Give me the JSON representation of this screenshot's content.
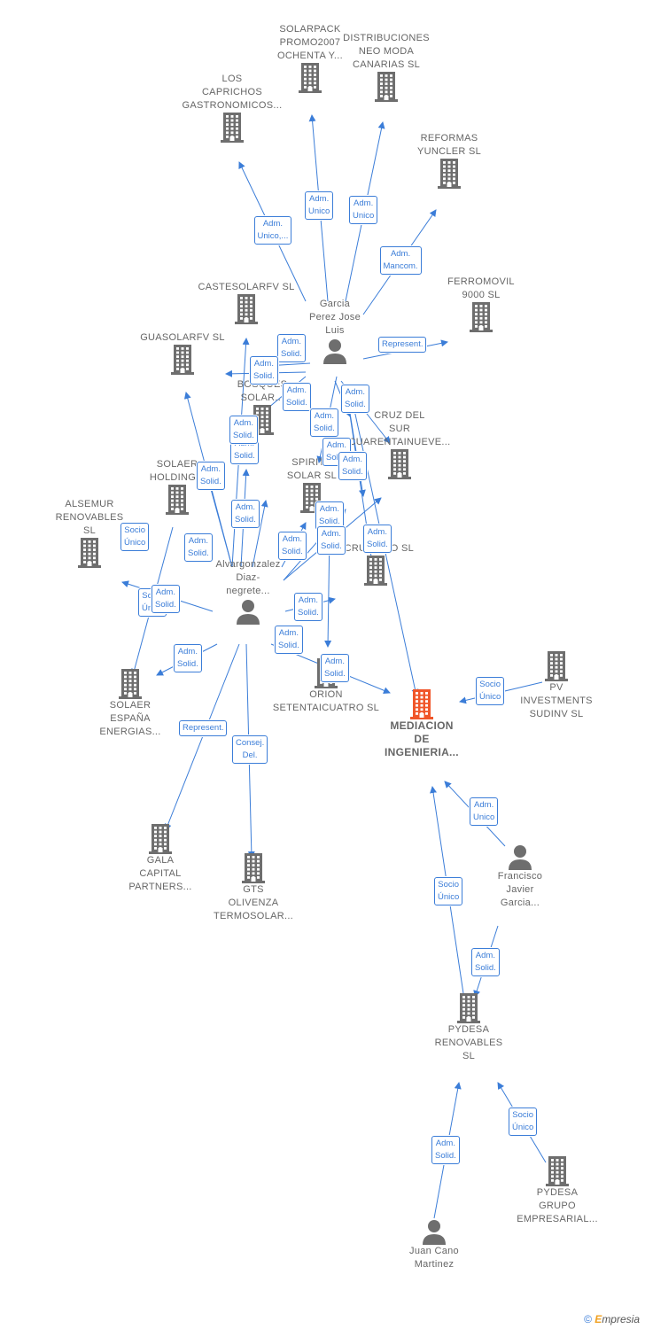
{
  "colors": {
    "edge": "#3b7dd8",
    "company": "#6e6e6e",
    "focus": "#f0562a",
    "person": "#6e6e6e"
  },
  "nodes": [
    {
      "id": "solarpack",
      "type": "company",
      "label": "SOLARPACK\nPROMO2007\nOCHENTA Y..."
    },
    {
      "id": "distribuciones",
      "type": "company",
      "label": "DISTRIBUCIONES\nNEO MODA\nCANARIAS  SL"
    },
    {
      "id": "caprichos",
      "type": "company",
      "label": "LOS\nCAPRICHOS\nGASTRONOMICOS..."
    },
    {
      "id": "reformas",
      "type": "company",
      "label": "REFORMAS\nYUNCLER SL"
    },
    {
      "id": "castesolar",
      "type": "company",
      "label": "CASTESOLARFV SL"
    },
    {
      "id": "ferromovil",
      "type": "company",
      "label": "FERROMOVIL\n9000 SL"
    },
    {
      "id": "garcia",
      "type": "person",
      "label": "Garcia\nPerez Jose\nLuis"
    },
    {
      "id": "guasolar",
      "type": "company",
      "label": "GUASOLARFV SL"
    },
    {
      "id": "bosques",
      "type": "company",
      "label": "BOSQUES\nSOLAR..."
    },
    {
      "id": "cruz",
      "type": "company",
      "label": "CRUZ DEL\nSUR\nCUARENTAINUEVE..."
    },
    {
      "id": "solaerhold",
      "type": "company",
      "label": "SOLAER\nHOLDING..."
    },
    {
      "id": "spiritu",
      "type": "company",
      "label": "SPIRITU\nSOLAR SL"
    },
    {
      "id": "alsemur",
      "type": "company",
      "label": "ALSEMUR\nRENOVABLES\nSL"
    },
    {
      "id": "acrux",
      "type": "company",
      "label": "ACRUX UNO SL"
    },
    {
      "id": "alvargonzalez",
      "type": "person",
      "label": "Alvargonzalez\nDiaz-\nnegrete..."
    },
    {
      "id": "solaeresp",
      "type": "company",
      "label": "SOLAER\nESPAÑA\nENERGIAS..."
    },
    {
      "id": "orion",
      "type": "company",
      "label": "ORION\nSETENTAICUATRO SL"
    },
    {
      "id": "mediacion",
      "type": "focus",
      "label": "MEDIACION\nDE\nINGENIERIA..."
    },
    {
      "id": "pv",
      "type": "company",
      "label": "PV\nINVESTMENTS\nSUDINV  SL"
    },
    {
      "id": "francisco",
      "type": "person",
      "label": "Francisco\nJavier\nGarcia..."
    },
    {
      "id": "gala",
      "type": "company",
      "label": "GALA\nCAPITAL\nPARTNERS..."
    },
    {
      "id": "gts",
      "type": "company",
      "label": "GTS\nOLIVENZA\nTERMOSOLAR..."
    },
    {
      "id": "pydesa",
      "type": "company",
      "label": "PYDESA\nRENOVABLES\nSL"
    },
    {
      "id": "pydesagrupo",
      "type": "company",
      "label": "PYDESA\nGRUPO\nEMPRESARIAL..."
    },
    {
      "id": "juan",
      "type": "person",
      "label": "Juan Cano\nMartinez"
    }
  ],
  "edges": [
    {
      "label": "Adm.\nUnico"
    },
    {
      "label": "Adm.\nUnico"
    },
    {
      "label": "Adm.\nUnico,..."
    },
    {
      "label": "Adm.\nMancom."
    },
    {
      "label": "Represent."
    },
    {
      "label": "Adm.\nSolid."
    },
    {
      "label": "Adm.\nSolid."
    },
    {
      "label": "Adm.\nSolid."
    },
    {
      "label": "Adm.\nSolid."
    },
    {
      "label": "Adm.\nSolid."
    },
    {
      "label": "Adm.\nSolid."
    },
    {
      "label": "Adm.\nSolid."
    },
    {
      "label": "Adm.\nSolid."
    },
    {
      "label": "Adm.\nSolid."
    },
    {
      "label": "Adm.\nSolid."
    },
    {
      "label": "Socio\nÚnico"
    },
    {
      "label": "Adm.\nSolid."
    },
    {
      "label": "Adm.\nSolid."
    },
    {
      "label": "Adm.\nSolid."
    },
    {
      "label": "Adm.\nSolid."
    },
    {
      "label": "Adm.\nSolid."
    },
    {
      "label": "Adm.\nSolid."
    },
    {
      "label": "Adm.\nSolid."
    },
    {
      "label": "Adm.\nSolid."
    },
    {
      "label": "Adm.\nSolid."
    },
    {
      "label": "Socio\nÚnico"
    },
    {
      "label": "Socio\nÚnico"
    },
    {
      "label": "Adm.\nSolid."
    },
    {
      "label": "Represent."
    },
    {
      "label": "Consej.\nDel."
    },
    {
      "label": "Adm.\nSolid."
    },
    {
      "label": "Adm.\nUnico"
    },
    {
      "label": "Socio\nÚnico"
    },
    {
      "label": "Adm.\nSolid."
    },
    {
      "label": "Adm.\nSolid."
    },
    {
      "label": "Socio\nÚnico"
    }
  ],
  "footer": {
    "copyright": "©",
    "brand_e": "E",
    "brand_rest": "mpresia"
  }
}
